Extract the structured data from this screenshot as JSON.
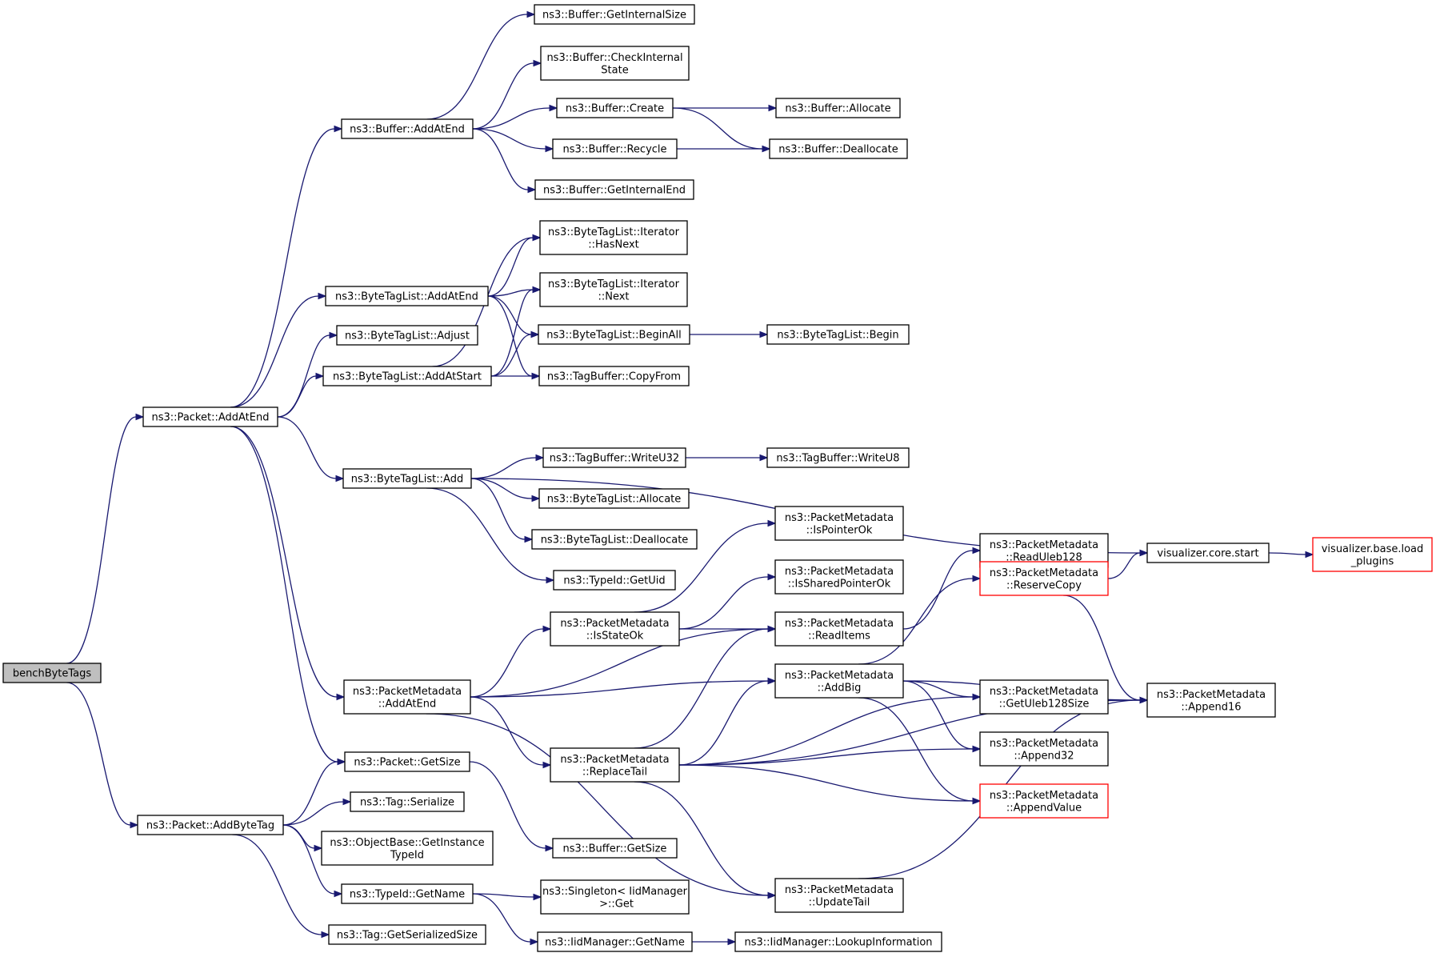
{
  "diagram": {
    "type": "call-graph",
    "nodes": [
      {
        "id": "bench",
        "lines": [
          "benchByteTags"
        ],
        "style": "root"
      },
      {
        "id": "pAddAtEnd",
        "lines": [
          "ns3::Packet::AddAtEnd"
        ]
      },
      {
        "id": "pAddByteTag",
        "lines": [
          "ns3::Packet::AddByteTag"
        ]
      },
      {
        "id": "bufAddAtEnd",
        "lines": [
          "ns3::Buffer::AddAtEnd"
        ]
      },
      {
        "id": "bufGetInternalSize",
        "lines": [
          "ns3::Buffer::GetInternalSize"
        ]
      },
      {
        "id": "bufCheckInternal",
        "lines": [
          "ns3::Buffer::CheckInternal",
          "State"
        ]
      },
      {
        "id": "bufCreate",
        "lines": [
          "ns3::Buffer::Create"
        ]
      },
      {
        "id": "bufRecycle",
        "lines": [
          "ns3::Buffer::Recycle"
        ]
      },
      {
        "id": "bufGetInternalEnd",
        "lines": [
          "ns3::Buffer::GetInternalEnd"
        ]
      },
      {
        "id": "bufAllocate",
        "lines": [
          "ns3::Buffer::Allocate"
        ]
      },
      {
        "id": "bufDeallocate",
        "lines": [
          "ns3::Buffer::Deallocate"
        ]
      },
      {
        "id": "btlAddAtEnd",
        "lines": [
          "ns3::ByteTagList::AddAtEnd"
        ]
      },
      {
        "id": "btlAdjust",
        "lines": [
          "ns3::ByteTagList::Adjust"
        ]
      },
      {
        "id": "btlAddAtStart",
        "lines": [
          "ns3::ByteTagList::AddAtStart"
        ]
      },
      {
        "id": "btlHasNext",
        "lines": [
          "ns3::ByteTagList::Iterator",
          "::HasNext"
        ]
      },
      {
        "id": "btlNext",
        "lines": [
          "ns3::ByteTagList::Iterator",
          "::Next"
        ]
      },
      {
        "id": "btlBeginAll",
        "lines": [
          "ns3::ByteTagList::BeginAll"
        ]
      },
      {
        "id": "tbCopyFrom",
        "lines": [
          "ns3::TagBuffer::CopyFrom"
        ]
      },
      {
        "id": "btlBegin",
        "lines": [
          "ns3::ByteTagList::Begin"
        ]
      },
      {
        "id": "btlAdd",
        "lines": [
          "ns3::ByteTagList::Add"
        ]
      },
      {
        "id": "tbWriteU32",
        "lines": [
          "ns3::TagBuffer::WriteU32"
        ]
      },
      {
        "id": "tbWriteU8",
        "lines": [
          "ns3::TagBuffer::WriteU8"
        ]
      },
      {
        "id": "btlAllocate",
        "lines": [
          "ns3::ByteTagList::Allocate"
        ]
      },
      {
        "id": "btlDeallocate",
        "lines": [
          "ns3::ByteTagList::Deallocate"
        ]
      },
      {
        "id": "tidGetUid",
        "lines": [
          "ns3::TypeId::GetUid"
        ]
      },
      {
        "id": "vizStart",
        "lines": [
          "visualizer.core.start"
        ]
      },
      {
        "id": "vizLoad",
        "lines": [
          "visualizer.base.load",
          "_plugins"
        ],
        "style": "red"
      },
      {
        "id": "pmAddAtEnd",
        "lines": [
          "ns3::PacketMetadata",
          "::AddAtEnd"
        ]
      },
      {
        "id": "pmIsStateOk",
        "lines": [
          "ns3::PacketMetadata",
          "::IsStateOk"
        ]
      },
      {
        "id": "pmIsPointerOk",
        "lines": [
          "ns3::PacketMetadata",
          "::IsPointerOk"
        ]
      },
      {
        "id": "pmIsSharedPointerOk",
        "lines": [
          "ns3::PacketMetadata",
          "::IsSharedPointerOk"
        ]
      },
      {
        "id": "pmReadItems",
        "lines": [
          "ns3::PacketMetadata",
          "::ReadItems"
        ]
      },
      {
        "id": "pmReadUleb128",
        "lines": [
          "ns3::PacketMetadata",
          "::ReadUleb128"
        ]
      },
      {
        "id": "pmReserveCopy",
        "lines": [
          "ns3::PacketMetadata",
          "::ReserveCopy"
        ],
        "style": "red"
      },
      {
        "id": "pmAddBig",
        "lines": [
          "ns3::PacketMetadata",
          "::AddBig"
        ]
      },
      {
        "id": "pmGetUleb128Size",
        "lines": [
          "ns3::PacketMetadata",
          "::GetUleb128Size"
        ]
      },
      {
        "id": "pmAppend16",
        "lines": [
          "ns3::PacketMetadata",
          "::Append16"
        ]
      },
      {
        "id": "pmAppend32",
        "lines": [
          "ns3::PacketMetadata",
          "::Append32"
        ]
      },
      {
        "id": "pmAppendValue",
        "lines": [
          "ns3::PacketMetadata",
          "::AppendValue"
        ],
        "style": "red"
      },
      {
        "id": "pmReplaceTail",
        "lines": [
          "ns3::PacketMetadata",
          "::ReplaceTail"
        ]
      },
      {
        "id": "pmUpdateTail",
        "lines": [
          "ns3::PacketMetadata",
          "::UpdateTail"
        ]
      },
      {
        "id": "pGetSize",
        "lines": [
          "ns3::Packet::GetSize"
        ]
      },
      {
        "id": "bufGetSize",
        "lines": [
          "ns3::Buffer::GetSize"
        ]
      },
      {
        "id": "tagSerialize",
        "lines": [
          "ns3::Tag::Serialize"
        ]
      },
      {
        "id": "obGetInstance",
        "lines": [
          "ns3::ObjectBase::GetInstance",
          "TypeId"
        ]
      },
      {
        "id": "tidGetName",
        "lines": [
          "ns3::TypeId::GetName"
        ]
      },
      {
        "id": "singletonGet",
        "lines": [
          "ns3::Singleton< IidManager",
          " >::Get"
        ]
      },
      {
        "id": "tagGetSerializedSize",
        "lines": [
          "ns3::Tag::GetSerializedSize"
        ]
      },
      {
        "id": "iidGetName",
        "lines": [
          "ns3::IidManager::GetName"
        ]
      },
      {
        "id": "iidLookup",
        "lines": [
          "ns3::IidManager::LookupInformation"
        ]
      }
    ],
    "edges": [
      [
        "bench",
        "pAddAtEnd"
      ],
      [
        "bench",
        "pAddByteTag"
      ],
      [
        "pAddAtEnd",
        "bufAddAtEnd"
      ],
      [
        "pAddAtEnd",
        "btlAddAtEnd"
      ],
      [
        "pAddAtEnd",
        "btlAdjust"
      ],
      [
        "pAddAtEnd",
        "btlAddAtStart"
      ],
      [
        "pAddAtEnd",
        "btlAdd"
      ],
      [
        "pAddAtEnd",
        "pmAddAtEnd"
      ],
      [
        "pAddAtEnd",
        "pGetSize"
      ],
      [
        "bufAddAtEnd",
        "bufGetInternalSize"
      ],
      [
        "bufAddAtEnd",
        "bufCheckInternal"
      ],
      [
        "bufAddAtEnd",
        "bufCreate"
      ],
      [
        "bufAddAtEnd",
        "bufRecycle"
      ],
      [
        "bufAddAtEnd",
        "bufGetInternalEnd"
      ],
      [
        "bufCreate",
        "bufAllocate"
      ],
      [
        "bufCreate",
        "bufDeallocate"
      ],
      [
        "bufRecycle",
        "bufDeallocate"
      ],
      [
        "btlAddAtEnd",
        "btlHasNext"
      ],
      [
        "btlAddAtEnd",
        "btlNext"
      ],
      [
        "btlAddAtEnd",
        "btlBeginAll"
      ],
      [
        "btlAddAtEnd",
        "tbCopyFrom"
      ],
      [
        "btlAddAtStart",
        "btlHasNext"
      ],
      [
        "btlAddAtStart",
        "btlNext"
      ],
      [
        "btlAddAtStart",
        "btlBeginAll"
      ],
      [
        "btlAddAtStart",
        "tbCopyFrom"
      ],
      [
        "btlBeginAll",
        "btlBegin"
      ],
      [
        "btlAdd",
        "tbWriteU32"
      ],
      [
        "btlAdd",
        "btlAllocate"
      ],
      [
        "btlAdd",
        "btlDeallocate"
      ],
      [
        "btlAdd",
        "tidGetUid"
      ],
      [
        "btlAdd",
        "vizStart"
      ],
      [
        "tbWriteU32",
        "tbWriteU8"
      ],
      [
        "vizStart",
        "vizLoad"
      ],
      [
        "pmAddAtEnd",
        "pmIsStateOk"
      ],
      [
        "pmAddAtEnd",
        "pmReadItems"
      ],
      [
        "pmAddAtEnd",
        "pmAddBig"
      ],
      [
        "pmAddAtEnd",
        "pmReplaceTail"
      ],
      [
        "pmAddAtEnd",
        "pmUpdateTail"
      ],
      [
        "pmIsStateOk",
        "pmIsPointerOk"
      ],
      [
        "pmIsStateOk",
        "pmIsSharedPointerOk"
      ],
      [
        "pmIsStateOk",
        "pmReadItems"
      ],
      [
        "pmReadItems",
        "pmReadUleb128"
      ],
      [
        "pmAddBig",
        "pmReserveCopy"
      ],
      [
        "pmAddBig",
        "pmAppend16"
      ],
      [
        "pmAddBig",
        "pmGetUleb128Size"
      ],
      [
        "pmAddBig",
        "pmAppend32"
      ],
      [
        "pmAddBig",
        "pmAppendValue"
      ],
      [
        "pmReserveCopy",
        "vizStart"
      ],
      [
        "pmReserveCopy",
        "pmAppend16"
      ],
      [
        "pmReplaceTail",
        "pmReadItems"
      ],
      [
        "pmReplaceTail",
        "pmAddBig"
      ],
      [
        "pmReplaceTail",
        "pmGetUleb128Size"
      ],
      [
        "pmReplaceTail",
        "pmAppend32"
      ],
      [
        "pmReplaceTail",
        "pmAppendValue"
      ],
      [
        "pmReplaceTail",
        "pmAppend16"
      ],
      [
        "pmReplaceTail",
        "pmUpdateTail"
      ],
      [
        "pmUpdateTail",
        "pmAppend16"
      ],
      [
        "pGetSize",
        "bufGetSize"
      ],
      [
        "pAddByteTag",
        "pGetSize"
      ],
      [
        "pAddByteTag",
        "tagSerialize"
      ],
      [
        "pAddByteTag",
        "obGetInstance"
      ],
      [
        "pAddByteTag",
        "tidGetName"
      ],
      [
        "pAddByteTag",
        "tagGetSerializedSize"
      ],
      [
        "tidGetName",
        "singletonGet"
      ],
      [
        "tidGetName",
        "iidGetName"
      ],
      [
        "iidGetName",
        "iidLookup"
      ]
    ]
  }
}
